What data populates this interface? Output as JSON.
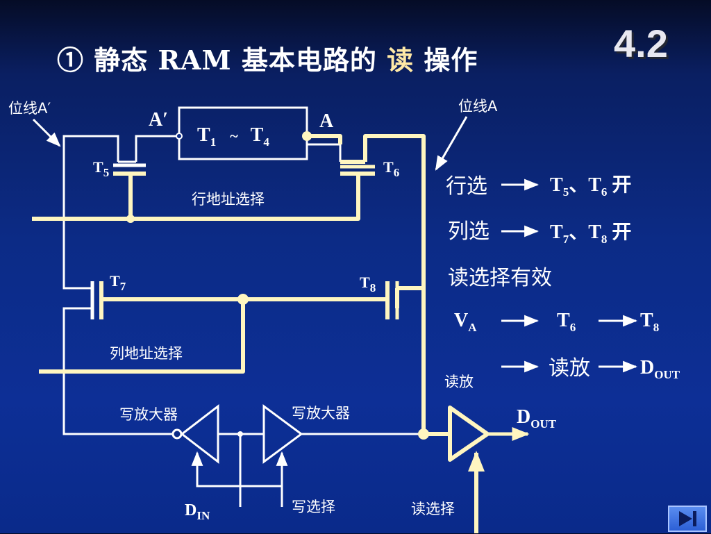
{
  "title": {
    "circled_num": "①",
    "text_before": "静态 RAM 基本电路的",
    "highlight": "读",
    "text_after": "操作"
  },
  "section_number": "4.2",
  "labels": {
    "bitline_a_prime": "位线A′",
    "bitline_a": "位线A",
    "node_a_prime": "A′",
    "node_a": "A",
    "cell_t1": "T",
    "cell_t1_sub": "1",
    "cell_tilde": "~",
    "cell_t4": "T",
    "cell_t4_sub": "4",
    "t5": "T",
    "t5_sub": "5",
    "t6": "T",
    "t6_sub": "6",
    "t7": "T",
    "t7_sub": "7",
    "t8": "T",
    "t8_sub": "8",
    "row_address_select": "行地址选择",
    "column_address_select": "列地址选择",
    "write_amp_left": "写放大器",
    "write_amp_right": "写放大器",
    "din": "D",
    "din_sub": "IN",
    "write_select": "写选择",
    "read_select": "读选择",
    "read_amp": "读放",
    "dout": "D",
    "dout_sub": "OUT"
  },
  "steps": {
    "row_select": "行选",
    "t5_t6_on_a": "T",
    "t5_t6_on_a_sub": "5",
    "t5_t6_on_sep": "、T",
    "t5_t6_on_b_sub": "6",
    "t5_t6_on_suffix": " 开",
    "col_select": "列选",
    "t7_t8_on_a": "T",
    "t7_t8_on_a_sub": "7",
    "t7_t8_on_sep": "、T",
    "t7_t8_on_b_sub": "8",
    "t7_t8_on_suffix": " 开",
    "read_select_valid": "读选择有效",
    "va": "V",
    "va_sub": "A",
    "flow_t6": "T",
    "flow_t6_sub": "6",
    "flow_t8": "T",
    "flow_t8_sub": "8",
    "read_amp": "读放",
    "dout": "D",
    "dout_sub": "OUT"
  },
  "colors": {
    "background": "#0c2b86",
    "wire": "#ffffff",
    "highlight_wire": "#fff6c0",
    "title_highlight": "#ffe9a6"
  },
  "icons": [
    "next-slide-icon"
  ]
}
